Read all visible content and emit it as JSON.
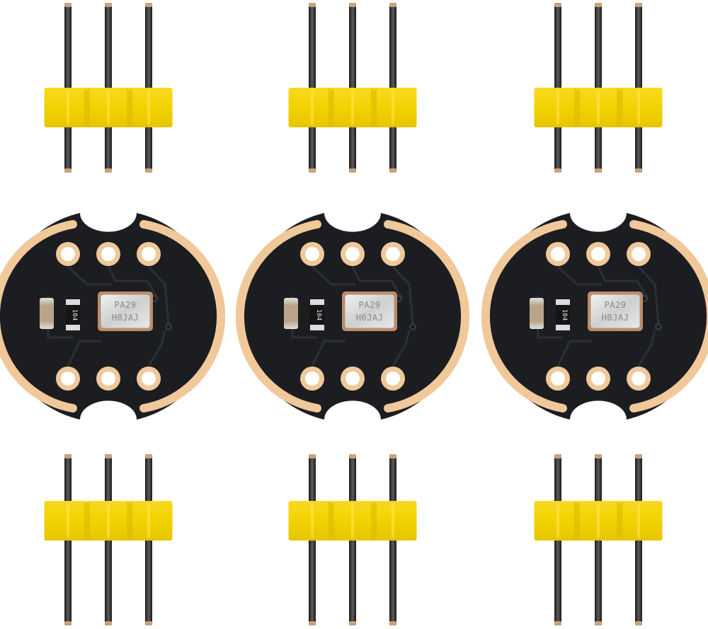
{
  "scene": {
    "description_free": true,
    "colors": {
      "background": "#ffffff",
      "pcb": "#1b1d20",
      "copper": "#f0c89a",
      "pad_hole": "#ffffff",
      "header_plastic": "#f5d400",
      "header_plastic_shade": "#e2c200",
      "pin_metal": "#3a3a3a"
    },
    "modules": [
      {
        "mic_marking_line1": "PA29",
        "mic_marking_line2": "H0JAJ",
        "resistor_marking": "104"
      },
      {
        "mic_marking_line1": "PA29",
        "mic_marking_line2": "H0JAJ",
        "resistor_marking": "104"
      },
      {
        "mic_marking_line1": "PA29",
        "mic_marking_line2": "H0JAJ",
        "resistor_marking": "104"
      }
    ],
    "header_pin_count": 3,
    "header_count": 6
  }
}
